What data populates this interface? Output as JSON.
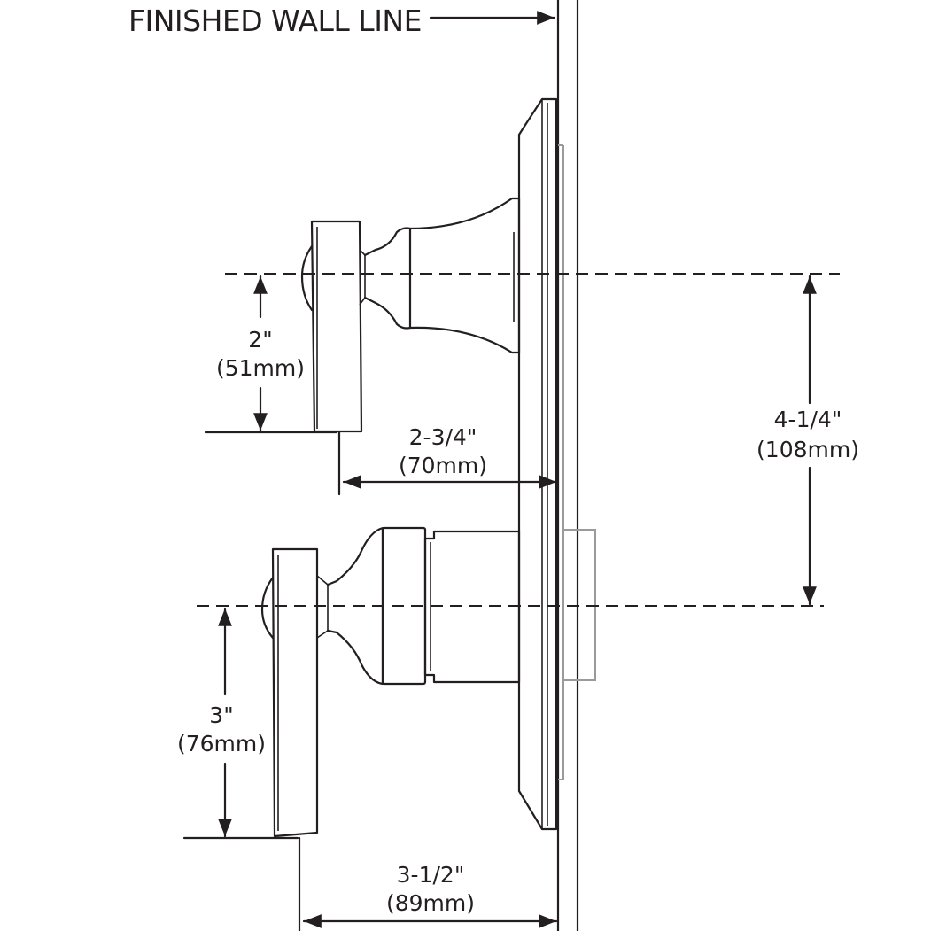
{
  "wall_label": "FINISHED WALL LINE",
  "dimensions": {
    "upper_handle_height": {
      "imperial": "2\"",
      "metric": "(51mm)"
    },
    "upper_handle_projection": {
      "imperial": "2-3/4\"",
      "metric": "(70mm)"
    },
    "centers_spacing": {
      "imperial": "4-1/4\"",
      "metric": "(108mm)"
    },
    "lower_handle_height": {
      "imperial": "3\"",
      "metric": "(76mm)"
    },
    "lower_handle_projection": {
      "imperial": "3-1/2\"",
      "metric": "(89mm)"
    }
  }
}
